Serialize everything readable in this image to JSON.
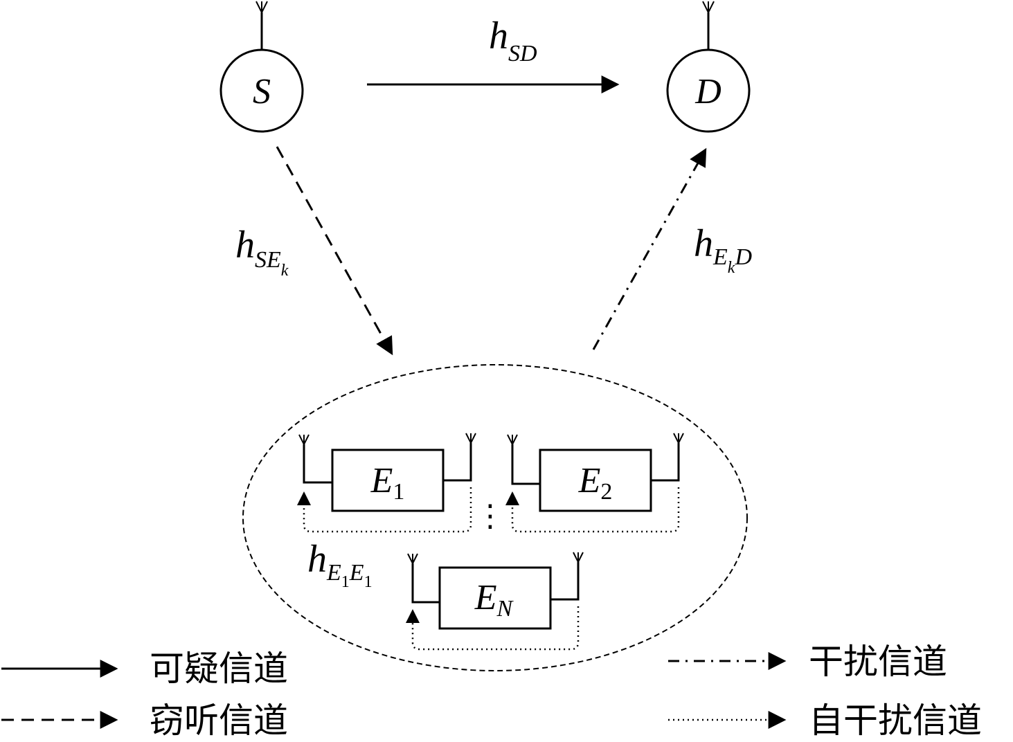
{
  "nodes": {
    "source": {
      "label": "S"
    },
    "destination": {
      "label": "D"
    }
  },
  "eavesdroppers": [
    {
      "base": "E",
      "sub": "1"
    },
    {
      "base": "E",
      "sub": "2"
    },
    {
      "base": "E",
      "sub": "N"
    }
  ],
  "channels": {
    "h_sd": {
      "base": "h",
      "sub": "SD"
    },
    "h_se": {
      "base": "h",
      "sub": "SE",
      "subsub": "k"
    },
    "h_ed": {
      "base": "h",
      "sub1": "E",
      "subsub": "k",
      "sub2": "D"
    },
    "h_ee": {
      "base": "h",
      "sub1": "E",
      "subsub1": "1",
      "sub2": "E",
      "subsub2": "1"
    }
  },
  "ellipsis": "⋮",
  "legend": {
    "suspicious": "可疑信道",
    "eavesdrop": "窃听信道",
    "jamming": "干扰信道",
    "self_interference": "自干扰信道"
  }
}
